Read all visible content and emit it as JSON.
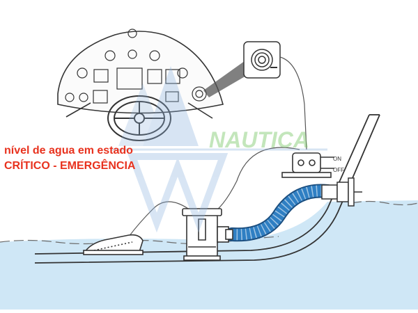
{
  "warning": {
    "line1": "nível de agua em estado",
    "line2": "CRÍTICO - EMERGÊNCIA"
  },
  "watermark": {
    "brand": "NAUTICA"
  },
  "switch": {
    "on_label": "ON",
    "off_label": "OFF"
  },
  "colors": {
    "warning_text": "#e8321e",
    "water": "#cfe7f6",
    "hose": "#2f7fc3",
    "watermark_green": "#7cc86a",
    "watermark_blue": "#8fb4df"
  }
}
